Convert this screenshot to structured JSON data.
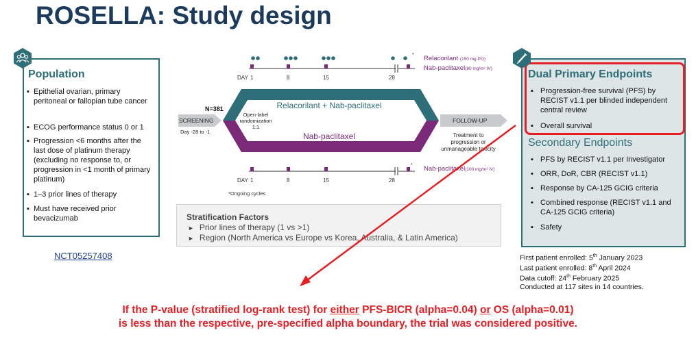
{
  "title": "ROSELLA: Study design",
  "population": {
    "heading": "Population",
    "bullets": [
      "Epithelial ovarian, primary peritoneal or fallopian tube cancer",
      "ECOG performance status 0 or 1",
      "Progression <6 months after the last dose of platinum therapy (excluding no response to, or progression in <1 month of primary platinum)",
      "1–3 prior lines of therapy",
      "Must have received prior bevacizumab"
    ],
    "link": "NCT05257408"
  },
  "diagram": {
    "n": "N=381",
    "screening": "SCREENING",
    "screening_days": "Day -28 to -1",
    "randomization": [
      "Open-label",
      "randomization",
      "1:1"
    ],
    "arm_top": "Relacorilant + Nab-paclitaxel",
    "arm_bottom": "Nab-paclitaxel",
    "follow_up": "FOLLOW-UP",
    "follow_up_note": [
      "Treatment to",
      "progression or",
      "unmanageable toxicity"
    ],
    "day_label": "DAY",
    "days": [
      "1",
      "8",
      "15",
      "28"
    ],
    "top_legend": {
      "relacorilant": "Relacorilant",
      "relacorilant_dose": "(150 mg PO)",
      "nab": "Nab-paclitaxel",
      "nab_dose": "(80 mg/m² IV)"
    },
    "bottom_legend": {
      "nab": "Nab-paclitaxel",
      "nab_dose": "(100 mg/m² IV)"
    },
    "asterisk": "*",
    "footnote": "*Ongoing cycles",
    "colors": {
      "teal": "#2e6e78",
      "purple": "#7b2a7a",
      "grey": "#c7cbcc"
    }
  },
  "stratification": {
    "title": "Stratification Factors",
    "items": [
      "Prior lines of therapy (1 vs >1)",
      "Region (North America vs Europe vs Korea, Australia, & Latin America)"
    ]
  },
  "endpoints": {
    "primary_heading": "Dual Primary Endpoints",
    "primary": [
      "Progression-free survival (PFS) by RECIST v1.1 per blinded independent central review",
      "Overall survival"
    ],
    "secondary_heading": "Secondary Endpoints",
    "secondary": [
      "PFS by RECIST v1.1 per Investigator",
      "ORR, DoR, CBR (RECIST v1.1)",
      "Response by CA-125 GCIG criteria",
      "Combined response (RECIST v1.1 and CA-125 GCIG criteria)",
      "Safety"
    ]
  },
  "enrollment": {
    "first_pre": "First patient enrolled: 5",
    "first_sup": "th",
    "first_post": " January 2023",
    "last_pre": "Last patient enrolled: 8",
    "last_sup": "th",
    "last_post": " April 2024",
    "cutoff_pre": "Data cutoff: 24",
    "cutoff_sup": "th",
    "cutoff_post": " February 2025",
    "sites": "Conducted at 117 sites in 14 countries."
  },
  "conclusion": {
    "l1_a": "If the P-value (stratified log-rank test) for ",
    "l1_either": "either",
    "l1_b": " PFS-BICR (alpha=0.04) ",
    "l1_or": "or",
    "l1_c": " OS (alpha=0.01)",
    "line2": "is less than the respective, pre-specified alpha boundary, the trial was considered  positive.",
    "color": "#e41e23"
  }
}
